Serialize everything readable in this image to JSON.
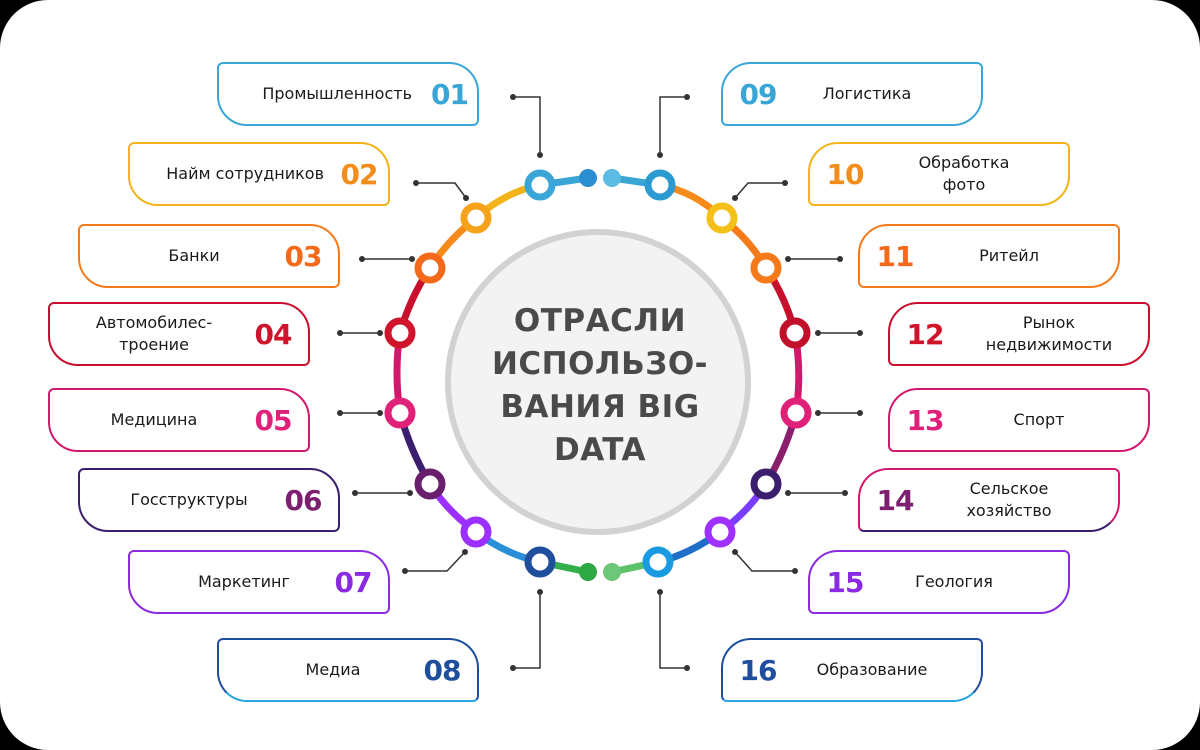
{
  "title": "ОТРАСЛИ\nИСПОЛЬЗО-\nВАНИЯ BIG\nDATA",
  "colors": {
    "c01": "#3aa6d6",
    "c02": "#f2b418",
    "c03": "#f47a1a",
    "c04": "#d0142c",
    "c05": "#e0217a",
    "c06": "#7c1f6e",
    "c07": "#8a2be2",
    "c08": "#1f4e9c",
    "c09": "#3aa6d6",
    "c10": "#f2b418",
    "c11": "#f47a1a",
    "c12": "#d0142c",
    "c13": "#e0217a",
    "c14": "#7c1f6e",
    "c15": "#8a2be2",
    "c16": "#1f4e9c",
    "green": "#34b04a",
    "center_border": "#d0d0d0",
    "center_fill": "#f2f2f2"
  },
  "left_items": [
    {
      "num": "01",
      "label": "Промышленность"
    },
    {
      "num": "02",
      "label": "Найм сотрудников"
    },
    {
      "num": "03",
      "label": "Банки"
    },
    {
      "num": "04",
      "label": "Автомобилес-\nтроение"
    },
    {
      "num": "05",
      "label": "Медицина"
    },
    {
      "num": "06",
      "label": "Госструктуры"
    },
    {
      "num": "07",
      "label": "Маркетинг"
    },
    {
      "num": "08",
      "label": "Медиа"
    }
  ],
  "right_items": [
    {
      "num": "09",
      "label": "Логистика"
    },
    {
      "num": "10",
      "label": "Обработка\nфото"
    },
    {
      "num": "11",
      "label": "Ритейл"
    },
    {
      "num": "12",
      "label": "Рынок\nнедвижимости"
    },
    {
      "num": "13",
      "label": "Спорт"
    },
    {
      "num": "14",
      "label": "Сельское\nхозяйство"
    },
    {
      "num": "15",
      "label": "Геология"
    },
    {
      "num": "16",
      "label": "Образование"
    }
  ]
}
